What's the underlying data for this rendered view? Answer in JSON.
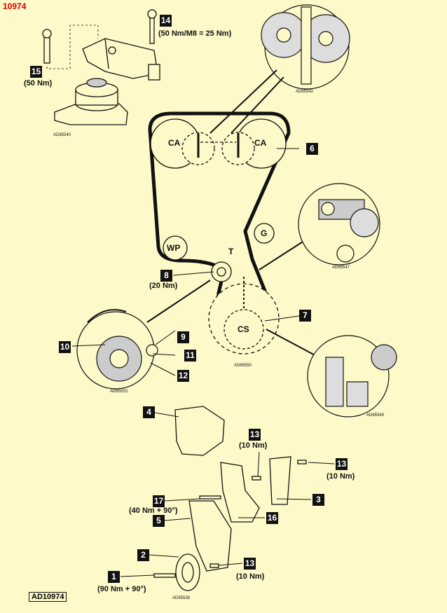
{
  "header": {
    "code": "10974"
  },
  "footer": {
    "badge": "AD10974"
  },
  "callouts": {
    "c1": {
      "number": "1",
      "torque": "(90 Nm + 90°)"
    },
    "c2": {
      "number": "2"
    },
    "c3": {
      "number": "3"
    },
    "c4": {
      "number": "4"
    },
    "c5": {
      "number": "5"
    },
    "c6": {
      "number": "6"
    },
    "c7": {
      "number": "7"
    },
    "c8": {
      "number": "8",
      "torque": "(20 Nm)"
    },
    "c9": {
      "number": "9"
    },
    "c10": {
      "number": "10"
    },
    "c11": {
      "number": "11"
    },
    "c12": {
      "number": "12"
    },
    "c13a": {
      "number": "13",
      "torque": "(10 Nm)"
    },
    "c13b": {
      "number": "13",
      "torque": "(10 Nm)"
    },
    "c13c": {
      "number": "13",
      "torque": "(10 Nm)"
    },
    "c14": {
      "number": "14",
      "torque": "(50 Nm/M8 = 25 Nm)"
    },
    "c15": {
      "number": "15",
      "torque": "(50 Nm)"
    },
    "c16": {
      "number": "16"
    },
    "c17": {
      "number": "17",
      "torque": "(40 Nm + 90°)"
    }
  },
  "pulleys": {
    "ca_left": "CA",
    "ca_right": "CA",
    "g": "G",
    "wp": "WP",
    "cs": "CS",
    "t": "T"
  },
  "figure_codes": {
    "mount": "AD65540",
    "cam_detail": "AD65542",
    "tensioner_top": "AD65547",
    "belt": "AD65550",
    "tensioner_left": "AD65553",
    "crank_detail": "AD65549",
    "crank_pulley": "AD65536"
  }
}
